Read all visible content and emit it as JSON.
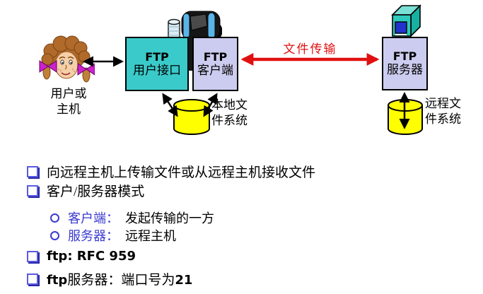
{
  "slide_topic": "FTP",
  "diagram": {
    "user_caption": "用户或\n主机",
    "ui_box": {
      "title": "FTP",
      "subtitle": "用户接口"
    },
    "client_box": {
      "title": "FTP",
      "subtitle": "客户端"
    },
    "server_box": {
      "title": "FTP",
      "subtitle": "服务器"
    },
    "transfer_label": "文件传输",
    "local_fs_caption": "本地文\n件系统",
    "remote_fs_caption": "远程文\n件系统",
    "icons": {
      "user": "user-icon",
      "client_computer": "client-computer-icon",
      "server_computer": "server-computer-icon",
      "local_disk": "local-disk-icon",
      "remote_disk": "remote-disk-icon"
    }
  },
  "bullets": [
    {
      "text": "向远程主机上传输文件或从远程主机接收文件"
    },
    {
      "text": "客户/服务器模式"
    },
    {
      "term": "客户端：",
      "text": "发起传输的一方"
    },
    {
      "term": "服务器：",
      "text": "远程主机"
    },
    {
      "text": "ftp: RFC 959"
    },
    {
      "lat": "ftp",
      "cjk": "服务器：端口号为",
      "num": "21"
    }
  ],
  "colors": {
    "box_teal": "#3bcaca",
    "box_lavender": "#ccccf0",
    "disk_yellow": "#ffff00",
    "arrow_red": "#e01010",
    "bullet_blue": "#3a3ad0"
  }
}
